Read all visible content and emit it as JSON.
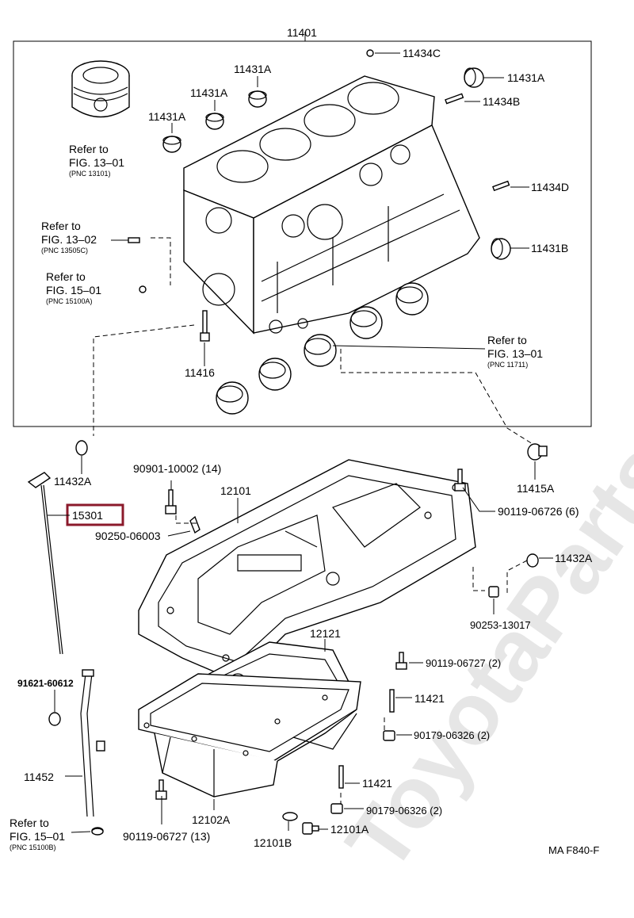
{
  "watermark": "ToyotaParts",
  "highlight_color": "#8b1a2b",
  "figure_code": "MA F840-F",
  "callouts": {
    "block_assembly": "11401",
    "plug_c": "11434C",
    "plug_a_1": "11431A",
    "plug_a_2": "11431A",
    "plug_a_3": "11431A",
    "plug_a_4": "11431A",
    "pin_b": "11434B",
    "pin_d": "11434D",
    "plug_b": "11431B",
    "stud_block": "11416",
    "plug_union": "11432A",
    "dipstick": "15301",
    "bolt_14": "90901-10002 (14)",
    "upper_pan": "12101",
    "pin_pan": "90250-06003",
    "union_a": "11415A",
    "bolt_6": "90119-06726 (6)",
    "plug_union_2": "11432A",
    "washer_plug": "90253-13017",
    "lower_pan_gasket": "12121",
    "bolt_2": "90119-06727 (2)",
    "oring_guide": "91621-60612",
    "stud_1": "11421",
    "nut_2a": "90179-06326 (2)",
    "guide_tube": "11452",
    "stud_2": "11421",
    "nut_2b": "90179-06326 (2)",
    "lower_pan": "12102A",
    "bolt_13": "90119-06727 (13)",
    "drain_plug": "12101A",
    "drain_gasket": "12101B"
  },
  "refs": {
    "piston": {
      "line1": "Refer to",
      "line2": "FIG. 13–01",
      "pnc": "(PNC 13101)"
    },
    "sensor": {
      "line1": "Refer to",
      "line2": "FIG. 13–02",
      "pnc": "(PNC 13505C)"
    },
    "filter": {
      "line1": "Refer to",
      "line2": "FIG. 15–01",
      "pnc": "(PNC 15100A)"
    },
    "bearing": {
      "line1": "Refer to",
      "line2": "FIG. 13–01",
      "pnc": "(PNC 11711)"
    },
    "guide": {
      "line1": "Refer  to",
      "line2": "FIG. 15–01",
      "pnc": "(PNC  15100B)"
    }
  }
}
